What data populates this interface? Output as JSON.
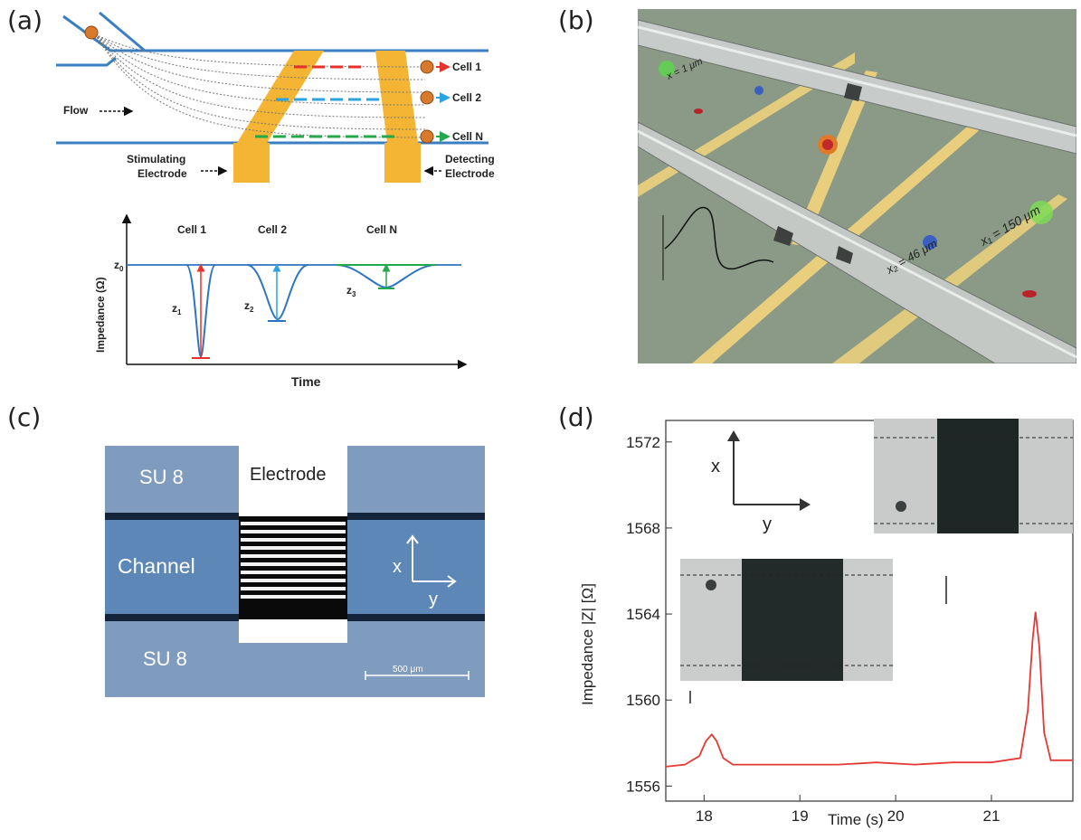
{
  "panels": {
    "a": {
      "letter": "(a)",
      "flow_label": "Flow",
      "cells": [
        "Cell 1",
        "Cell 2",
        "Cell N"
      ],
      "stim_line1": "Stimulating",
      "stim_line2": "Electrode",
      "det_line1": "Detecting",
      "det_line2": "Electrode",
      "plot": {
        "ylabel": "Impedance (Ω)",
        "xlabel": "Time",
        "z0": "z",
        "z0_sub": "0",
        "z1": "z",
        "z1_sub": "1",
        "z2": "z",
        "z2_sub": "2",
        "z3": "z",
        "z3_sub": "3",
        "cell_titles": [
          "Cell 1",
          "Cell 2",
          "Cell N"
        ]
      },
      "colors": {
        "channel": "#3a7fc1",
        "electrode": "#f3b533",
        "red": "#e8312a",
        "cyan": "#2ba3de",
        "green": "#22a94a",
        "bead": "#d9792b"
      }
    },
    "b": {
      "letter": "(b)",
      "label_x1": "x = 1 μm",
      "label_x2": "x₂ = 46 μm",
      "label_x3": "x₁ = 150 μm",
      "colors": {
        "bg": "#8a9a86",
        "electrode": "#e9cf7d"
      }
    },
    "c": {
      "letter": "(c)",
      "su8_top": "SU 8",
      "su8_bottom": "SU 8",
      "electrode": "Electrode",
      "channel": "Channel",
      "axis_x": "x",
      "axis_y": "y",
      "scale": "500 μm",
      "colors": {
        "su8": "#7f9bbd",
        "channel": "#5c87b6"
      }
    },
    "d": {
      "letter": "(d)",
      "axis_x": "x",
      "axis_y": "y",
      "chart_data": {
        "type": "line",
        "xlabel": "Time (s)",
        "ylabel": "Impedance  |Z| [Ω]",
        "xlim": [
          17.6,
          21.85
        ],
        "ylim": [
          1555.3,
          1573
        ],
        "xticks": [
          18,
          19,
          20,
          21
        ],
        "yticks": [
          1556,
          1560,
          1564,
          1568,
          1572
        ],
        "series": [
          {
            "color": "#e53935",
            "x": [
              17.6,
              17.8,
              17.95,
              18.02,
              18.08,
              18.13,
              18.2,
              18.3,
              18.6,
              19.0,
              19.4,
              19.8,
              20.2,
              20.6,
              21.0,
              21.3,
              21.38,
              21.43,
              21.46,
              21.5,
              21.55,
              21.62,
              21.85
            ],
            "y": [
              1556.9,
              1557.0,
              1557.4,
              1558.1,
              1558.4,
              1558.1,
              1557.3,
              1557.0,
              1557.0,
              1557.0,
              1557.0,
              1557.1,
              1557.0,
              1557.1,
              1557.1,
              1557.3,
              1559.5,
              1562.8,
              1564.1,
              1562.5,
              1558.5,
              1557.2,
              1557.2
            ]
          }
        ]
      }
    }
  }
}
